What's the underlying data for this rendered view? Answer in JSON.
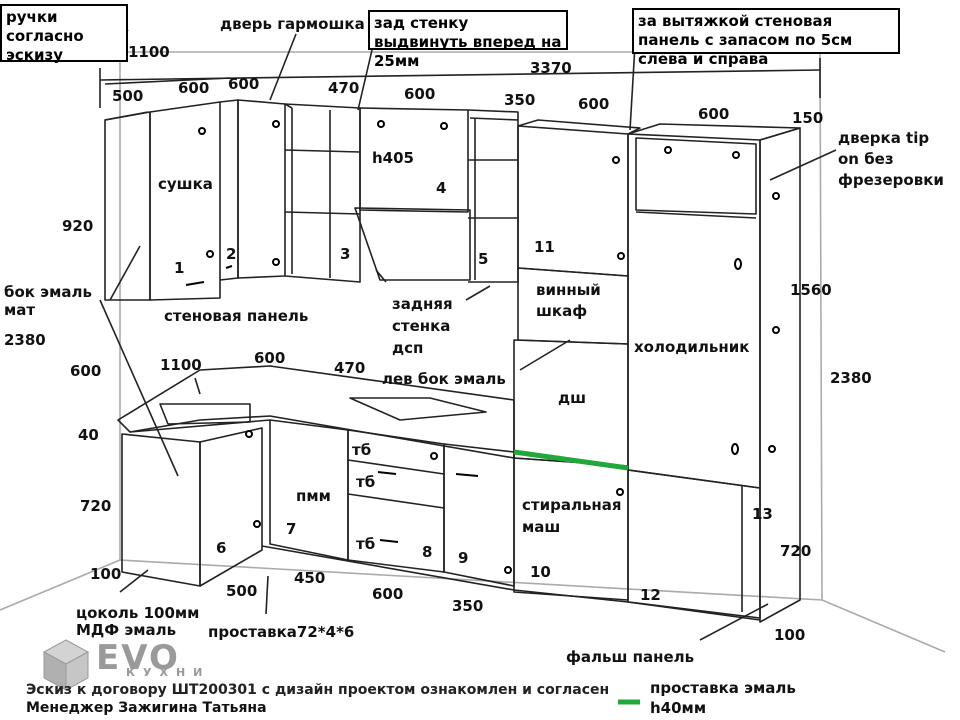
{
  "notes": {
    "handles": "ручки согласно эскизу",
    "back_wall": "зад стенку выдвинуть вперед на 25мм",
    "hood_panel": "за вытяжкой стеновая панель с запасом по 5см слева и справа"
  },
  "labels": {
    "accordion_door": "дверь гармошка",
    "door_tip_on": "дверка tip on без фрезеровки",
    "dryer": "сушка",
    "h405": "h405",
    "wall_panel": "стеновая панель",
    "back_panel": "задняя стенка дсп",
    "wine_cabinet": "винный шкаф",
    "fridge": "холодильник",
    "side_matte": "бок эмаль мат",
    "left_side_enamel": "лев бок эмаль",
    "oven": "дш",
    "dishwasher": "пмм",
    "washing_machine": "стиральная маш",
    "tb1": "тб",
    "tb2": "тб",
    "tb3": "тб",
    "plinth": "цоколь 100мм МДФ эмаль",
    "spacer": "проставка72*4*6",
    "false_panel": "фальш панель",
    "spacer_enamel": "проставка эмаль h40мм"
  },
  "numbers": {
    "n1": "1",
    "n2": "2",
    "n3": "3",
    "n4": "4",
    "n5": "5",
    "n6": "6",
    "n7": "7",
    "n8": "8",
    "n9": "9",
    "n10": "10",
    "n11": "11",
    "n12": "12",
    "n13": "13"
  },
  "dimensions": {
    "d1100_top": "1100",
    "d3370": "3370",
    "d500": "500",
    "d600_a": "600",
    "d600_b": "600",
    "d470_top": "470",
    "d600_c": "600",
    "d350_top": "350",
    "d600_d": "600",
    "d600_e": "600",
    "d150": "150",
    "d920": "920",
    "d2380_left": "2380",
    "d600_left": "600",
    "d40": "40",
    "d720_left": "720",
    "d100_left": "100",
    "d1100_mid": "1100",
    "d600_mid": "600",
    "d470_mid": "470",
    "d1560": "1560",
    "d2380_right": "2380",
    "d720_right": "720",
    "d100_right": "100",
    "d500_bot": "500",
    "d450_bot": "450",
    "d600_bot": "600",
    "d350_bot": "350"
  },
  "footer": {
    "line1": "Эскиз к договору ШТ200301 с дизайн проектом ознакомлен и согласен",
    "line2": "Менеджер Зажигина Татьяна"
  },
  "logo": {
    "text": "EVO",
    "sub": "КУХНИ"
  },
  "colors": {
    "spacer_green": "#22a83a",
    "line": "#222222"
  }
}
